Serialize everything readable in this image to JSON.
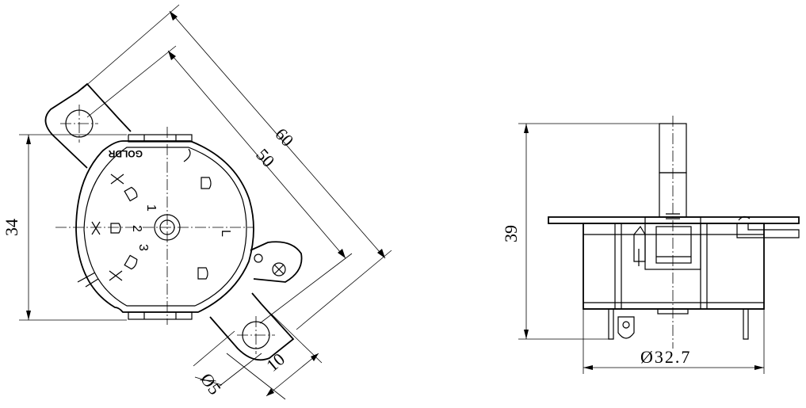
{
  "dimensions": {
    "front_height": "34",
    "front_overall_length": "60",
    "front_hole_spacing": "50",
    "mount_tab_width": "10",
    "hole_diameter": "5",
    "side_height": "39",
    "side_diameter": "32.7"
  },
  "labels": {
    "brand": "GOLDR",
    "terminal_1": "1",
    "terminal_2": "2",
    "terminal_3": "3",
    "terminal_L": "L",
    "diameter_symbol": "Ø"
  }
}
